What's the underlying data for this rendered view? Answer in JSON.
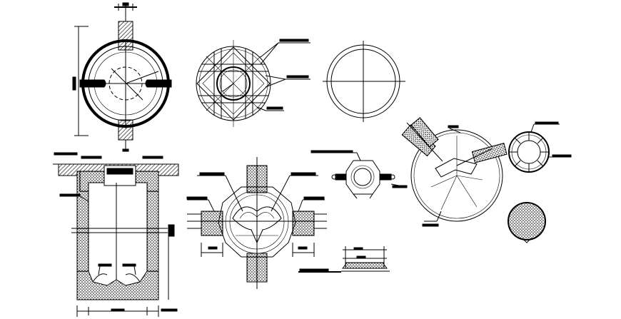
{
  "drawing": {
    "background_color": "#ffffff",
    "line_color": "#000000",
    "hatch_color": "#000000",
    "views": [
      {
        "name": "manhole-plan-view"
      },
      {
        "name": "reinforcement-plan-view"
      },
      {
        "name": "cover-plan-view"
      },
      {
        "name": "manhole-section-view"
      },
      {
        "name": "pipe-junction-plan-view"
      },
      {
        "name": "cover-frame-detail"
      },
      {
        "name": "cover-section-detail"
      },
      {
        "name": "angled-junction-plan-view"
      },
      {
        "name": "small-ring-detail"
      },
      {
        "name": "concrete-plug-detail"
      }
    ]
  }
}
